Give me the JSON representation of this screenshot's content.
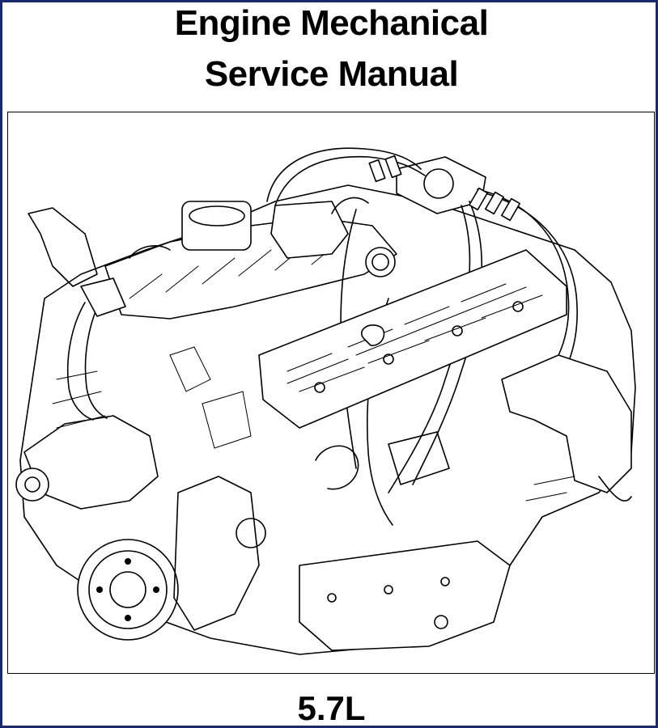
{
  "document": {
    "title_line_1": "Engine Mechanical",
    "title_line_2": "Service Manual",
    "engine_size": "5.7L"
  },
  "colors": {
    "border": "#1a2a6c",
    "text": "#000000",
    "background": "#ffffff"
  },
  "illustration": {
    "subject": "v8-engine-line-drawing"
  }
}
